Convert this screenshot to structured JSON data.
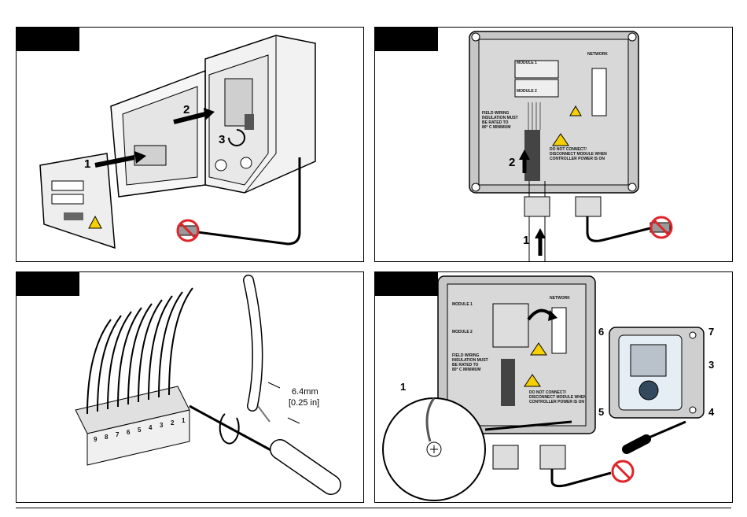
{
  "panels": {
    "p1": {
      "callouts": [
        "1",
        "2",
        "3"
      ]
    },
    "p2": {
      "callouts": [
        "1",
        "2"
      ],
      "module1": "MODULE 1",
      "module2": "MODULE 2",
      "network": "NETWORK",
      "field_wiring": "FIELD WIRING\nINSULATION MUST\nBE RATED TO\n80° C MINIMUM",
      "warning": "DO NOT CONNECT/\nDISCONNECT MODULE WHEN\nCONTROLLER POWER IS ON"
    },
    "p3": {
      "strip_length": "6.4mm",
      "strip_length_in": "[0.25 in]",
      "terminal_numbers": [
        "9",
        "8",
        "7",
        "6",
        "5",
        "4",
        "3",
        "2",
        "1"
      ]
    },
    "p4": {
      "callouts": [
        "1",
        "3",
        "4",
        "5",
        "6",
        "7"
      ],
      "module1": "MODULE 1",
      "module2": "MODULE 2",
      "network": "NETWORK",
      "field_wiring": "FIELD WIRING\nINSULATION MUST\nBE RATED TO\n80° C MINIMUM",
      "warning": "DO NOT CONNECT/\nDISCONNECT MODULE WHEN\nCONTROLLER POWER IS ON"
    }
  },
  "colors": {
    "no_power": "#e0242a",
    "warning": "#f6d000",
    "line": "#000000"
  }
}
